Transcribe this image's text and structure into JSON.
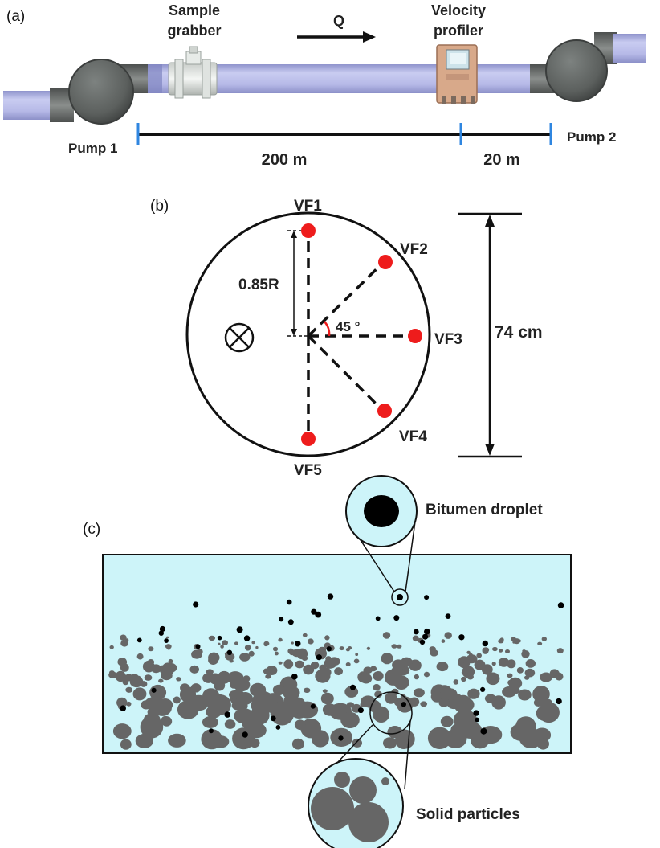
{
  "panel_a": {
    "label": "(a)",
    "sample_grabber_line1": "Sample",
    "sample_grabber_line2": "grabber",
    "flow_label": "Q",
    "velocity_profiler_line1": "Velocity",
    "velocity_profiler_line2": "profiler",
    "pump1_label": "Pump 1",
    "pump2_label": "Pump 2",
    "distance1": "200 m",
    "distance2": "20 m",
    "colors": {
      "pipe": "#b4b8e6",
      "pump": "#5f6462",
      "marker": "#2f86e0",
      "profiler": "#d8a98a"
    }
  },
  "panel_b": {
    "label": "(b)",
    "points": [
      "VF1",
      "VF2",
      "VF3",
      "VF4",
      "VF5"
    ],
    "radius_label": "0.85R",
    "angle_label": "45 °",
    "diameter_label": "74 cm",
    "colors": {
      "point": "#ee1c1c",
      "angle_arc": "#ee1c1c"
    }
  },
  "panel_c": {
    "label": "(c)",
    "bitumen_label": "Bitumen droplet",
    "solids_label": "Solid particles",
    "colors": {
      "fluid": "#cdf4f9",
      "solid": "#666666",
      "droplet": "#000000"
    }
  }
}
